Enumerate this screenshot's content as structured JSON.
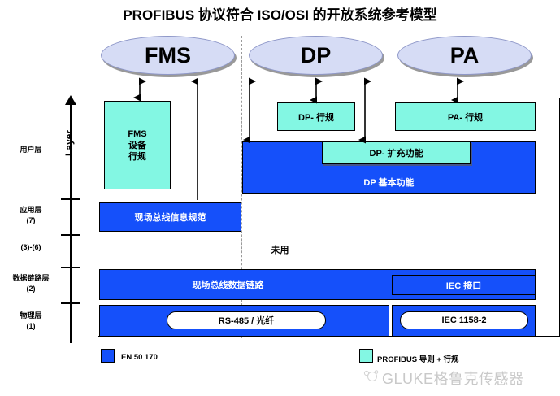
{
  "title": "PROFIBUS 协议符合 ISO/OSI 的开放系统参考模型",
  "bubbles": [
    {
      "label": "FMS"
    },
    {
      "label": "DP"
    },
    {
      "label": "PA"
    }
  ],
  "axis": {
    "word": "Layer",
    "labels": [
      {
        "name": "用户层",
        "number": ""
      },
      {
        "name": "应用层",
        "number": "(7)"
      },
      {
        "name": "",
        "number": "(3)-(6)"
      },
      {
        "name": "数据链路层",
        "number": "(2)"
      },
      {
        "name": "物理层",
        "number": "(1)"
      }
    ]
  },
  "boxes": {
    "fms_device_profile": "FMS\n设备\n行规",
    "fms_device_profile_l1": "FMS",
    "fms_device_profile_l2": "设备",
    "fms_device_profile_l3": "行规",
    "dp_profile": "DP- 行规",
    "pa_profile": "PA- 行规",
    "dp_extended": "DP- 扩充功能",
    "dp_basic": "DP 基本功能",
    "fieldbus_message_spec": "现场总线信息规范",
    "unused": "未用",
    "fieldbus_data_link": "现场总线数据链路",
    "iec_interface": "IEC 接口",
    "rs485": "RS-485 / 光纤",
    "iec1158": "IEC 1158-2"
  },
  "legend": [
    {
      "label": "EN 50 170",
      "color": "#1550fa"
    },
    {
      "label": "PROFIBUS 导则 + 行规",
      "color": "#83f7e3"
    }
  ],
  "watermark": "GLUKE格鲁克传感器",
  "colors": {
    "blue": "#1550fa",
    "cyan": "#83f7e3",
    "bubble": "#d6dcf5",
    "white": "#ffffff",
    "black": "#000000"
  }
}
